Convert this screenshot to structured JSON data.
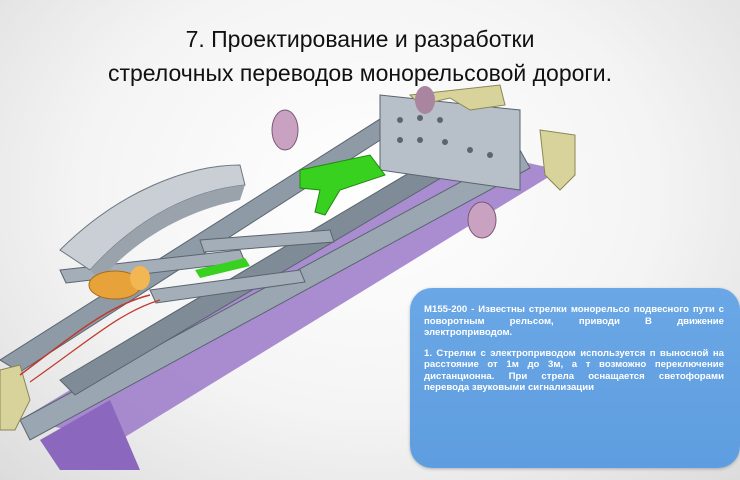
{
  "slide": {
    "title_line1": "7. Проектирование и разработки",
    "title_line2": "стрелочных переводов монорельсовой дороги."
  },
  "info_box": {
    "paragraph1": "М155-200 - Известны стрелки монорельсо подвесного пути с поворотным рельсом, приводи В движение электроприводом.",
    "paragraph2": "1. Стрелки с электроприводом используется п выносной на расстояние от 1м до 3м, а т возможно переключение дистанционна. При стрела оснащается светофорами перевода звуковыми сигнализации"
  },
  "colors": {
    "info_box_bg": "#5e9ddf",
    "frame_gray": "#8e9aa6",
    "rail_purple": "#9b79c9",
    "bracket_yellow": "#d8d39a",
    "part_green": "#39d11f",
    "wheel_pink": "#c9a2c1"
  }
}
